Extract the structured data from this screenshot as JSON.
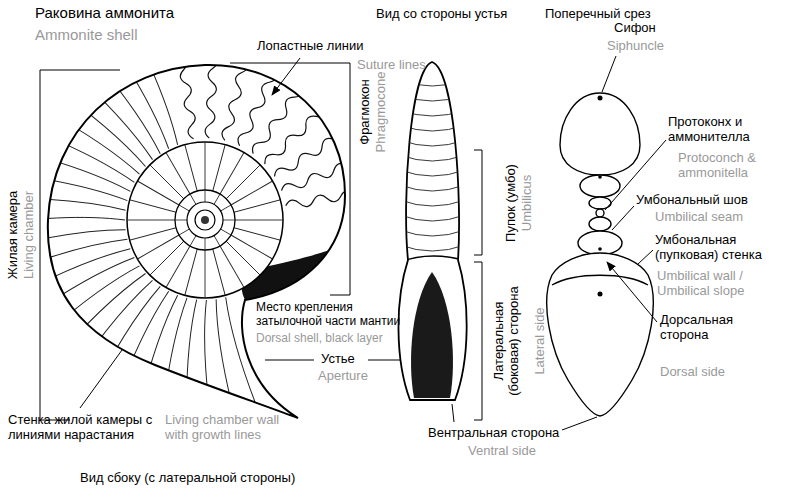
{
  "diagram": {
    "title": "Раковина аммонита",
    "labels": [
      "Ammonite shell",
      "Вид со стороны устья",
      "Поперечный срез",
      "Лопастные линии",
      "Suture lines",
      "Жилая камера",
      "Living chamber",
      "Фрагмокон",
      "Phragmocone",
      "Место крепления затылочной части мантии",
      "Dorsal shell, black layer",
      "Устье",
      "Aperture",
      "Стенка жилой камеры с линиями нарастания",
      "Living chamber wall with growth lines",
      "Вид сбоку (с латеральной стороны)",
      "Пупок (умбо)",
      "Umbilicus",
      "Латеральная (боковая) сторона",
      "Lateral side",
      "Вентральная сторона",
      "Ventral side",
      "Сифон",
      "Siphuncle",
      "Протоконх и аммонителла",
      "Protoconch & ammonitella",
      "Умбональный шов",
      "Umbilical seam",
      "Умбональная (пупковая) стенка",
      "Umbilical wall / Umbilical slope",
      "Дорсальная сторона",
      "Dorsal side"
    ]
  }
}
